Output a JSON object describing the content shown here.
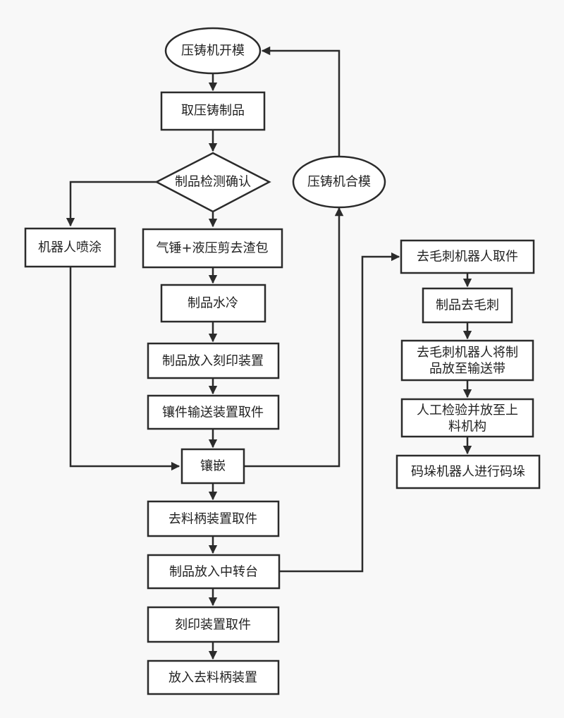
{
  "nodes": {
    "open_mold": "压铸机开模",
    "take_part": "取压铸制品",
    "inspect": "制品检测确认",
    "close_mold": "压铸机合模",
    "robot_spray": "机器人喷涂",
    "hammer_shear": "气锤+液压剪去渣包",
    "water_cool": "制品水冷",
    "to_marking": "制品放入刻印装置",
    "insert_feed": "镶件输送装置取件",
    "inlay": "镶嵌",
    "degate_take": "去料柄装置取件",
    "to_transfer": "制品放入中转台",
    "marking_take": "刻印装置取件",
    "to_degate": "放入去料柄装置",
    "deburr_take": "去毛刺机器人取件",
    "deburr": "制品去毛刺",
    "deburr_place_l1": "去毛刺机器人将制",
    "deburr_place_l2": "品放至输送带",
    "manual_l1": "人工检验并放至上",
    "manual_l2": "料机构",
    "stacking": "码垛机器人进行码垛"
  },
  "colors": {
    "stroke": "#2b2b2b",
    "fill": "#ffffff",
    "background": "#f8f8f8",
    "text": "#222222"
  }
}
